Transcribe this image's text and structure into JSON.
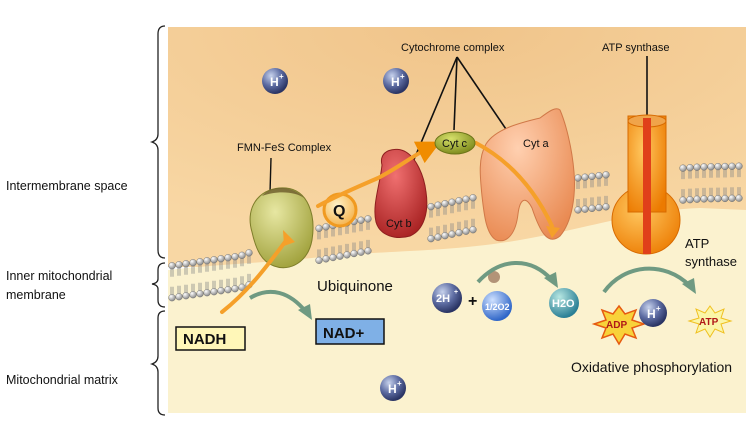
{
  "regions": {
    "intermembrane": "Intermembrane space",
    "inner_membrane_line1": "Inner mitochondrial",
    "inner_membrane_line2": "membrane",
    "matrix": "Mitochondrial matrix"
  },
  "complexes": {
    "cytochrome_complex": "Cytochrome complex",
    "atp_synthase_top": "ATP synthase",
    "fmn_fes": "FMN-FeS Complex",
    "q": "Q",
    "cyt_b": "Cyt b",
    "cyt_c": "Cyt c",
    "cyt_a": "Cyt a",
    "ubiquinone": "Ubiquinone",
    "atp_synthase_line1": "ATP",
    "atp_synthase_line2": "synthase"
  },
  "reactions": {
    "nadh": "NADH",
    "nad_plus": "NAD+",
    "two_h": "2H",
    "plus": "+",
    "half_o2": "1/2O2",
    "h2o": "H2O",
    "adp": "ADP",
    "atp": "ATP",
    "oxidative_phosphorylation": "Oxidative phosphorylation"
  },
  "protons": {
    "symbol": "H",
    "charge": "+"
  },
  "colors": {
    "intermembrane": "#f6cf95",
    "matrix": "#fbf2cf",
    "fmn_fes": "#c8c862",
    "cyt_b": "#cc3a38",
    "cyt_c": "#9aa82a",
    "cyt_a": "#f2a070",
    "atp_synthase": "#f59a10",
    "electron_flow": "#f5a02a",
    "reaction_arrow": "#6f9a82"
  }
}
